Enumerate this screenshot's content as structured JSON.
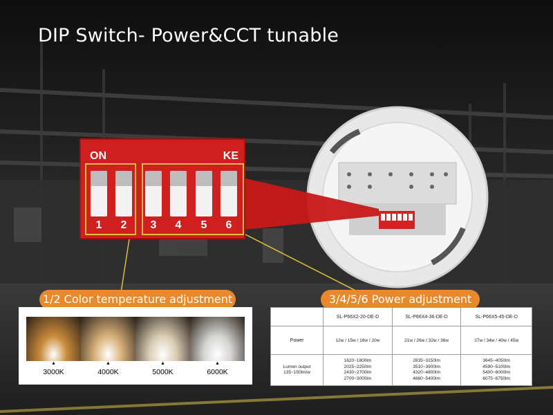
{
  "title": "DIP Switch- Power&CCT tunable",
  "dip": {
    "on_label": "ON",
    "ke_label": "KE",
    "switches": [
      "1",
      "2",
      "3",
      "4",
      "5",
      "6"
    ]
  },
  "labels": {
    "cct": "1/2 Color temperature adjustment",
    "power": "3/4/5/6 Power adjustment"
  },
  "cct_options": [
    "3000K",
    "4000K",
    "5000K",
    "6000K"
  ],
  "cct_colors": [
    "#c98a3a",
    "#d9b27a",
    "#d9cdb4",
    "#d5d6d3"
  ],
  "table": {
    "models": [
      "SL-P66X2-20-DE-D",
      "SL-P66X4-36-DE-D",
      "SL-P66X5-45-DE-D"
    ],
    "power_label": "Power",
    "power_values": [
      "12w / 15w / 18w / 20w",
      "21w / 26w / 32w / 36w",
      "27w / 34w / 40w / 45w"
    ],
    "lumen_label_1": "Lumen output",
    "lumen_label_2": "135~150lm/w",
    "lumen": [
      [
        "1620~1800lm",
        "2025~2250lm",
        "2430~2700lm",
        "2700~3000lm"
      ],
      [
        "2835~3150lm",
        "3510~3900lm",
        "4320~4800lm",
        "4860~5400lm"
      ],
      [
        "3645~4050lm",
        "4590~5100lm",
        "5400~6000lm",
        "6075~6750lm"
      ]
    ]
  }
}
